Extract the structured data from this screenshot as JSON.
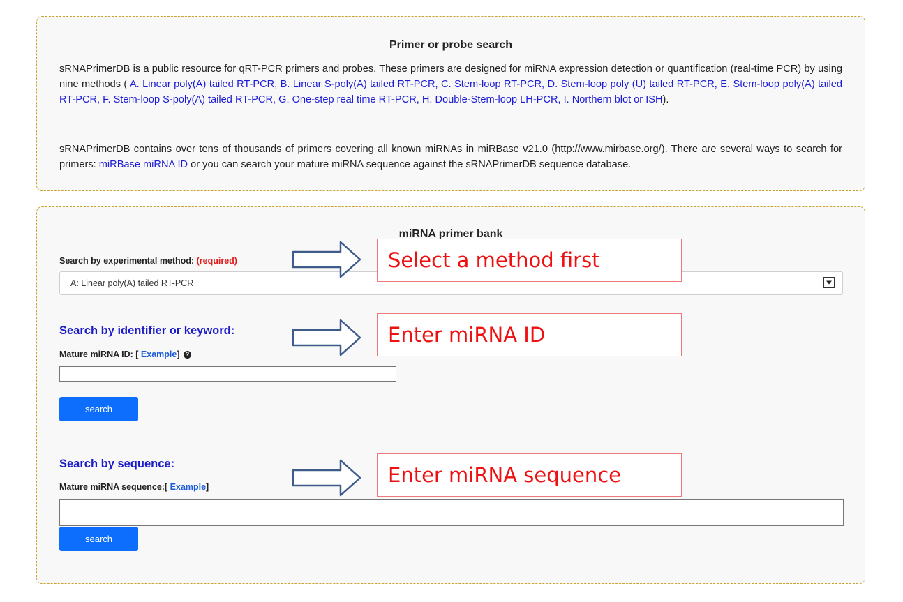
{
  "intro": {
    "title": "Primer or probe search",
    "p1_pre": "sRNAPrimerDB is a public resource for qRT-PCR primers and probes. These primers are designed for miRNA expression detection or quantification (real-time PCR) by using nine methods (",
    "methods_link": "A. Linear poly(A) tailed RT-PCR, B. Linear S-poly(A) tailed RT-PCR, C. Stem-loop RT-PCR, D. Stem-loop poly (U) tailed RT-PCR, E. Stem-loop poly(A) tailed RT-PCR, F. Stem-loop S-poly(A) tailed RT-PCR, G. One-step real time RT-PCR, H. Double-Stem-loop LH-PCR, I. Northern blot or ISH",
    "p1_post": ").",
    "p2_pre": "sRNAPrimerDB contains over tens of thousands of primers covering all known miRNAs in miRBase v21.0 (http://www.mirbase.org/). There are several ways to search for primers:",
    "p2_link": "miRBase miRNA ID",
    "p2_post": "or you can search your mature miRNA sequence against the sRNAPrimerDB sequence database."
  },
  "bank": {
    "title": "miRNA primer bank",
    "method_label": "Search by experimental method:",
    "required": "(required)",
    "method_selected": "A: Linear poly(A) tailed RT-PCR",
    "id_heading": "Search by identifier or keyword:",
    "id_label_pre": "Mature miRNA ID: [",
    "id_label_example": "Example",
    "id_label_post": "]",
    "id_value": "",
    "search_label": "search",
    "seq_heading": "Search by sequence:",
    "seq_label_pre": "Mature miRNA sequence:[",
    "seq_label_example": "Example",
    "seq_label_post": "]",
    "seq_value": ""
  },
  "callouts": {
    "method": "Select a method first",
    "id": "Enter miRNA ID",
    "sequence": "Enter miRNA sequence"
  },
  "colors": {
    "link": "#1c1cd6",
    "heading": "#1c1ccb",
    "required": "#e31b1b",
    "button": "#0d6efd",
    "callout_text": "#ee1111",
    "panel_border": "#c9a227"
  },
  "icons": {
    "select_arrow": "chevron-down-icon",
    "help": "question-circle-icon",
    "annotation_arrow": "right-arrow-icon"
  }
}
